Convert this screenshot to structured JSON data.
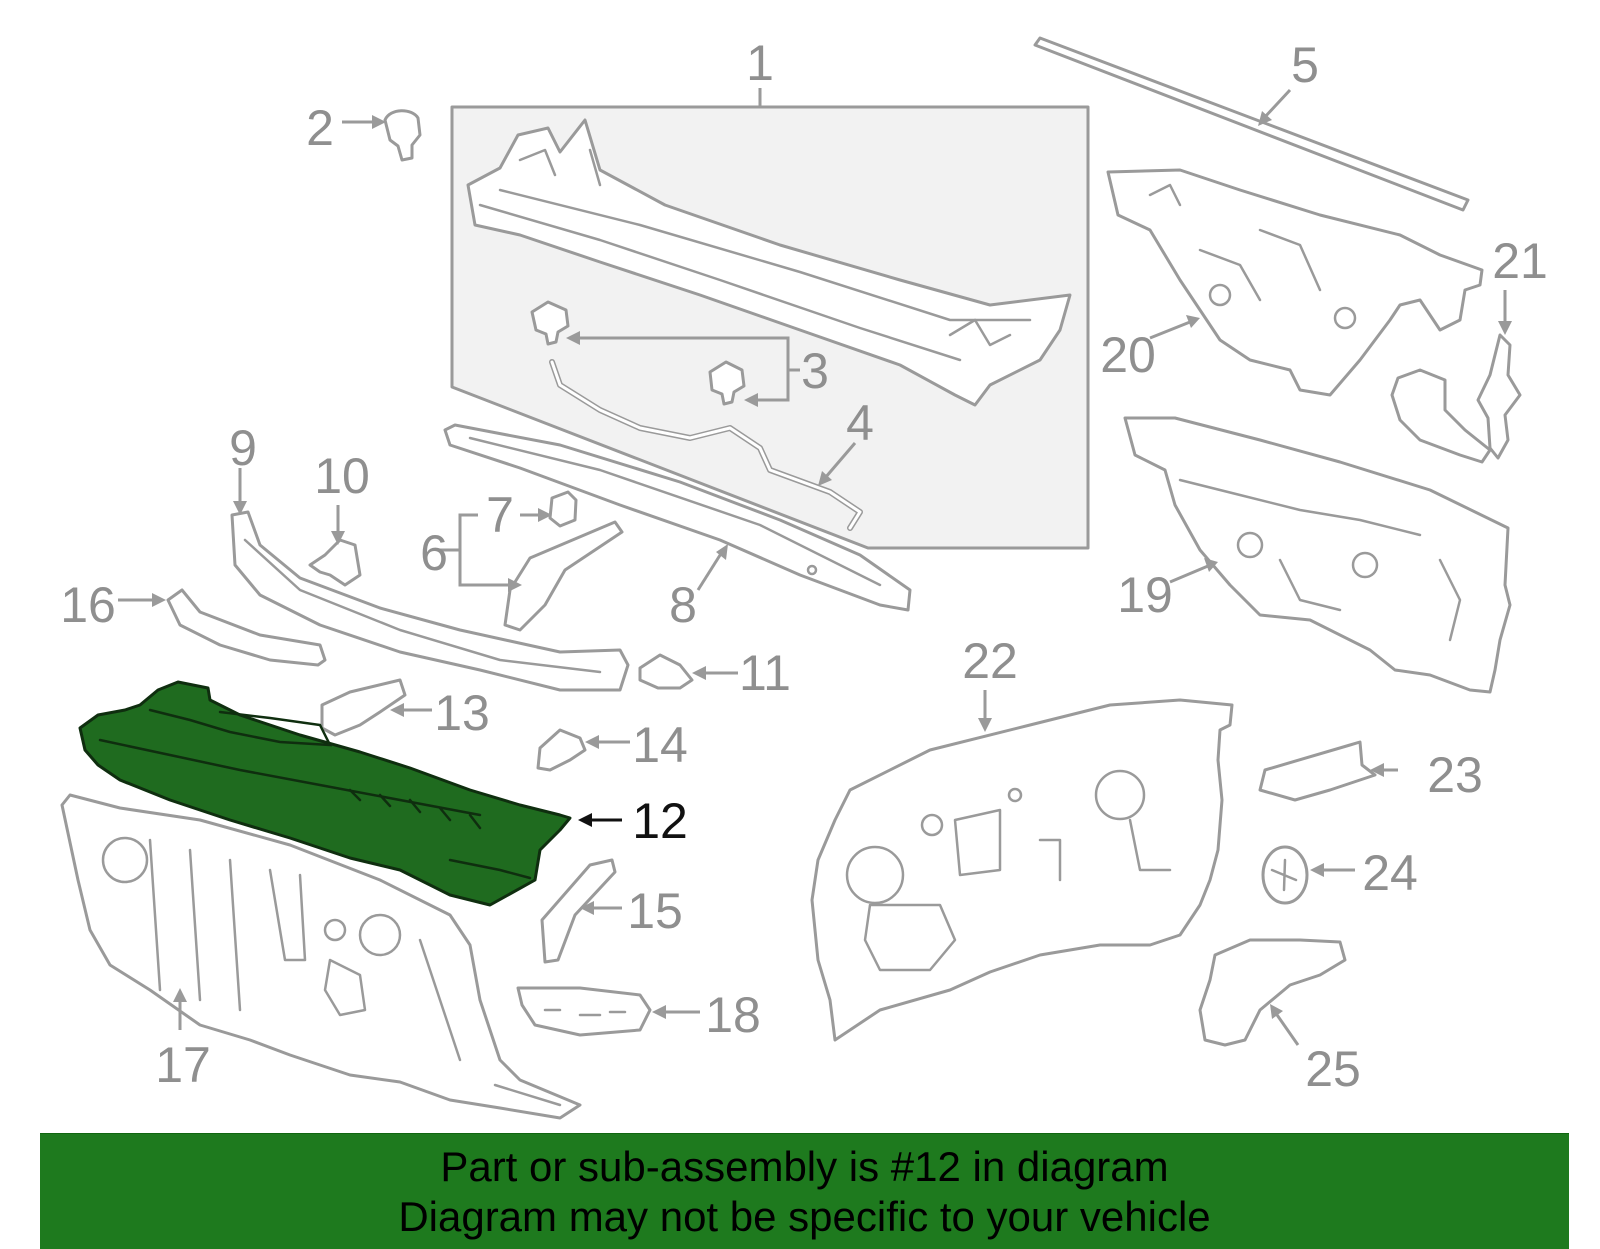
{
  "callouts": {
    "c1": "1",
    "c2": "2",
    "c3": "3",
    "c4": "4",
    "c5": "5",
    "c6": "6",
    "c7": "7",
    "c8": "8",
    "c9": "9",
    "c10": "10",
    "c11": "11",
    "c12": "12",
    "c13": "13",
    "c14": "14",
    "c15": "15",
    "c16": "16",
    "c17": "17",
    "c18": "18",
    "c19": "19",
    "c20": "20",
    "c21": "21",
    "c22": "22",
    "c23": "23",
    "c24": "24",
    "c25": "25"
  },
  "highlighted_part": "12",
  "colors": {
    "highlight": "#1f6b1f",
    "banner": "#1e7a1e",
    "part_stroke": "#9a9a9a"
  },
  "banner": {
    "line1": "Part or sub-assembly is #12 in diagram",
    "line2": "Diagram may not be specific to your vehicle"
  }
}
